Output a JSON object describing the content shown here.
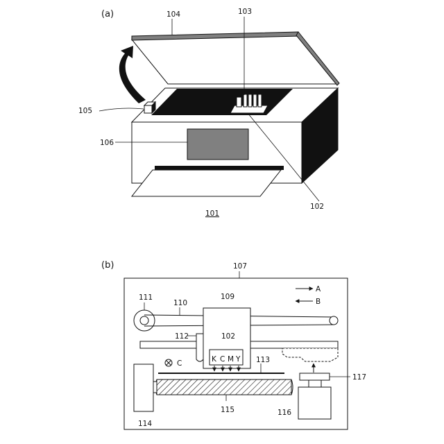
{
  "panel_a": {
    "label": "(a)",
    "callouts": {
      "printer": "101",
      "head": "102",
      "cartridge": "103",
      "lid": "104",
      "sensor": "105",
      "display": "106"
    }
  },
  "panel_b": {
    "label": "(b)",
    "callouts": {
      "frame": "107",
      "carriage": "109",
      "belt": "110",
      "pulley": "111",
      "guide_holder": "112",
      "head": "102",
      "medium": "113",
      "roller_motor": "114",
      "platen_roller": "115",
      "cap_motor": "116",
      "cap": "117"
    },
    "nozzle_colors": [
      "K",
      "C",
      "M",
      "Y"
    ],
    "direction_a": "A",
    "direction_b": "B",
    "direction_c": "C"
  },
  "colors": {
    "ink": "#111111",
    "lid_gray": "#808080",
    "display_gray": "#808080",
    "side_dark": "#111111"
  }
}
